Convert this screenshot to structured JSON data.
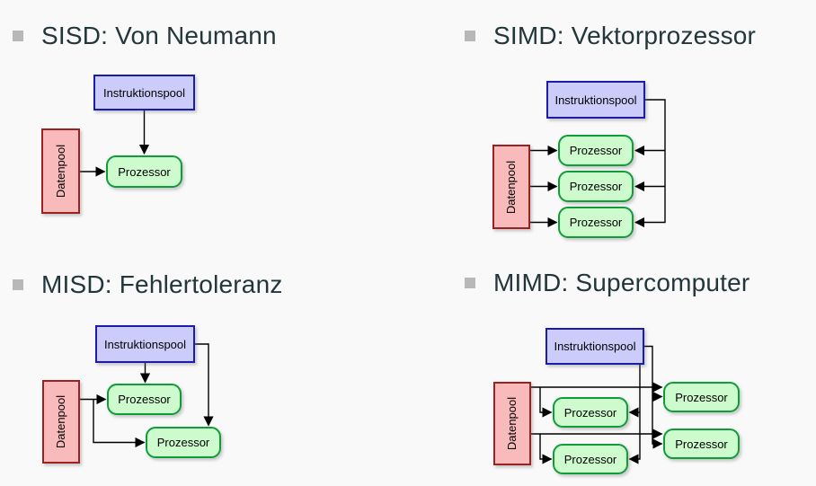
{
  "slide": {
    "background": "#f9f9fa",
    "title_color": "#23373b",
    "bullet_color": "#b8b8b8"
  },
  "colors": {
    "instruction_fill": "#ccccfa",
    "instruction_border": "#1c1caa",
    "data_fill": "#f8baba",
    "data_border": "#9c2222",
    "processor_fill": "#cdfbcd",
    "processor_border": "#119c3a",
    "wire_color": "#000000"
  },
  "labels": {
    "instruction_pool": "Instruktionspool",
    "data_pool": "Datenpool",
    "processor": "Prozessor"
  },
  "panels": [
    {
      "id": "sisd",
      "title": "SISD: Von Neumann",
      "processor_count": 1
    },
    {
      "id": "simd",
      "title": "SIMD: Vektorprozessor",
      "processor_count": 3
    },
    {
      "id": "misd",
      "title": "MISD: Fehlertoleranz",
      "processor_count": 2
    },
    {
      "id": "mimd",
      "title": "MIMD: Supercomputer",
      "processor_count": 4
    }
  ]
}
